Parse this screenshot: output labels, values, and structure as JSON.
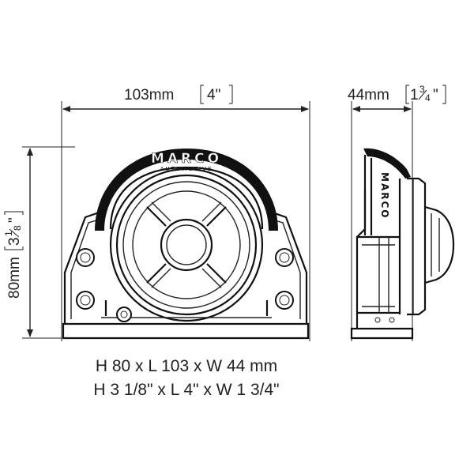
{
  "dimensions": {
    "length_label": "103mm",
    "length_inch": "4\"",
    "width_label": "44mm",
    "width_inch_whole": "1",
    "width_inch_frac_num": "3",
    "width_inch_frac_den": "4",
    "height_label": "80mm",
    "height_inch_whole": "3",
    "height_inch_frac_num": "1",
    "height_inch_frac_den": "8"
  },
  "brand_text": "MARCO",
  "brand_sub": "AUTOMOTIVE",
  "caption": {
    "metric": "H 80 x L 103 x W 44 mm",
    "imperial": "H 3 1/8\" x L 4\" x W 1 3/4\""
  }
}
